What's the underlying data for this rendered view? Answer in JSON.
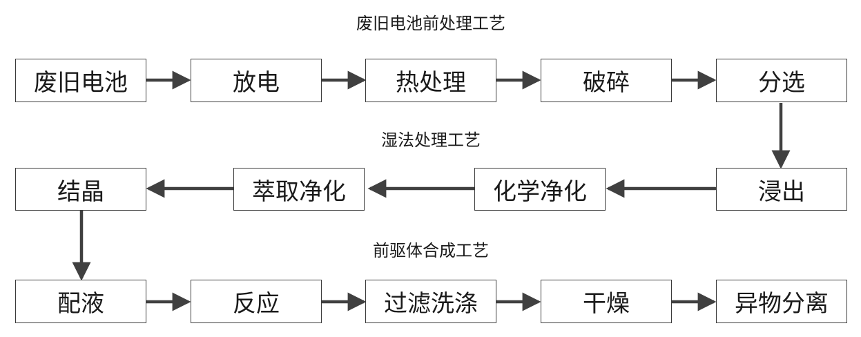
{
  "sections": {
    "pretreatment": "废旧电池前处理工艺",
    "hydrometallurgy": "湿法处理工艺",
    "precursor": "前驱体合成工艺"
  },
  "nodes": {
    "waste_battery": "废旧电池",
    "discharge": "放电",
    "heat_treatment": "热处理",
    "crushing": "破碎",
    "sorting": "分选",
    "leaching": "浸出",
    "chemical_purification": "化学净化",
    "extraction_purification": "萃取净化",
    "crystallization": "结晶",
    "solution_preparation": "配液",
    "reaction": "反应",
    "filter_washing": "过滤洗涤",
    "drying": "干燥",
    "foreign_matter_separation": "异物分离"
  },
  "colors": {
    "arrow": "#404040",
    "border": "#3a3a3a",
    "text": "#1a1a1a"
  }
}
